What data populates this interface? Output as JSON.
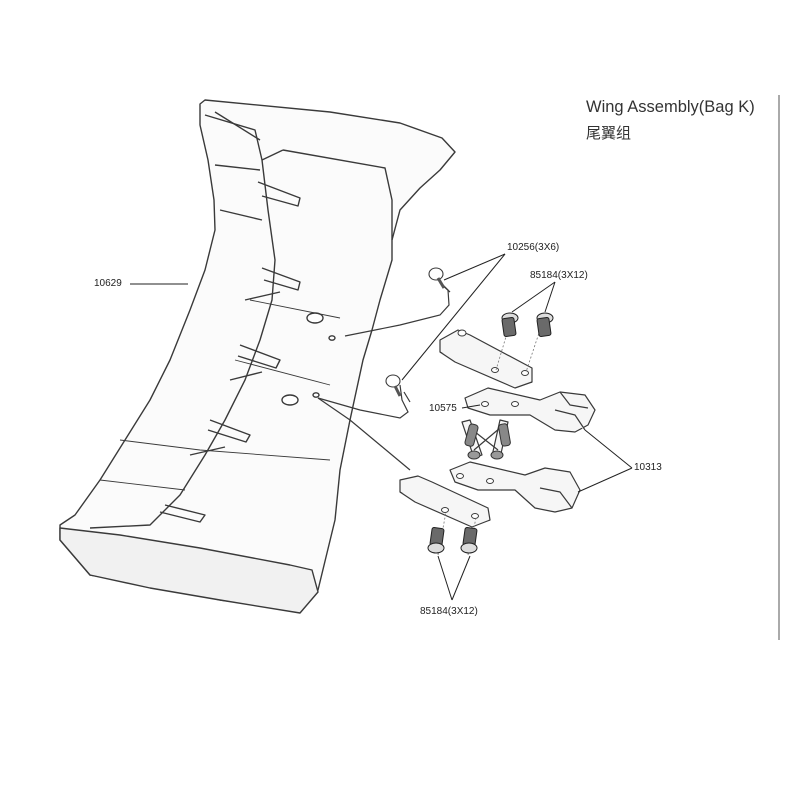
{
  "title": {
    "en": "Wing Assembly(Bag K)",
    "cn": "尾翼组"
  },
  "parts": {
    "wing": "10629",
    "body_clip": "10256(3X6)",
    "screw_top": "85184(3X12)",
    "wing_mount": "10575",
    "wing_stay": "10313",
    "screw_bottom": "85184(3X12)"
  },
  "colors": {
    "line": "#3a3a3a",
    "part_fill": "#f4f4f4",
    "screw_fill": "#6a6a6a"
  }
}
